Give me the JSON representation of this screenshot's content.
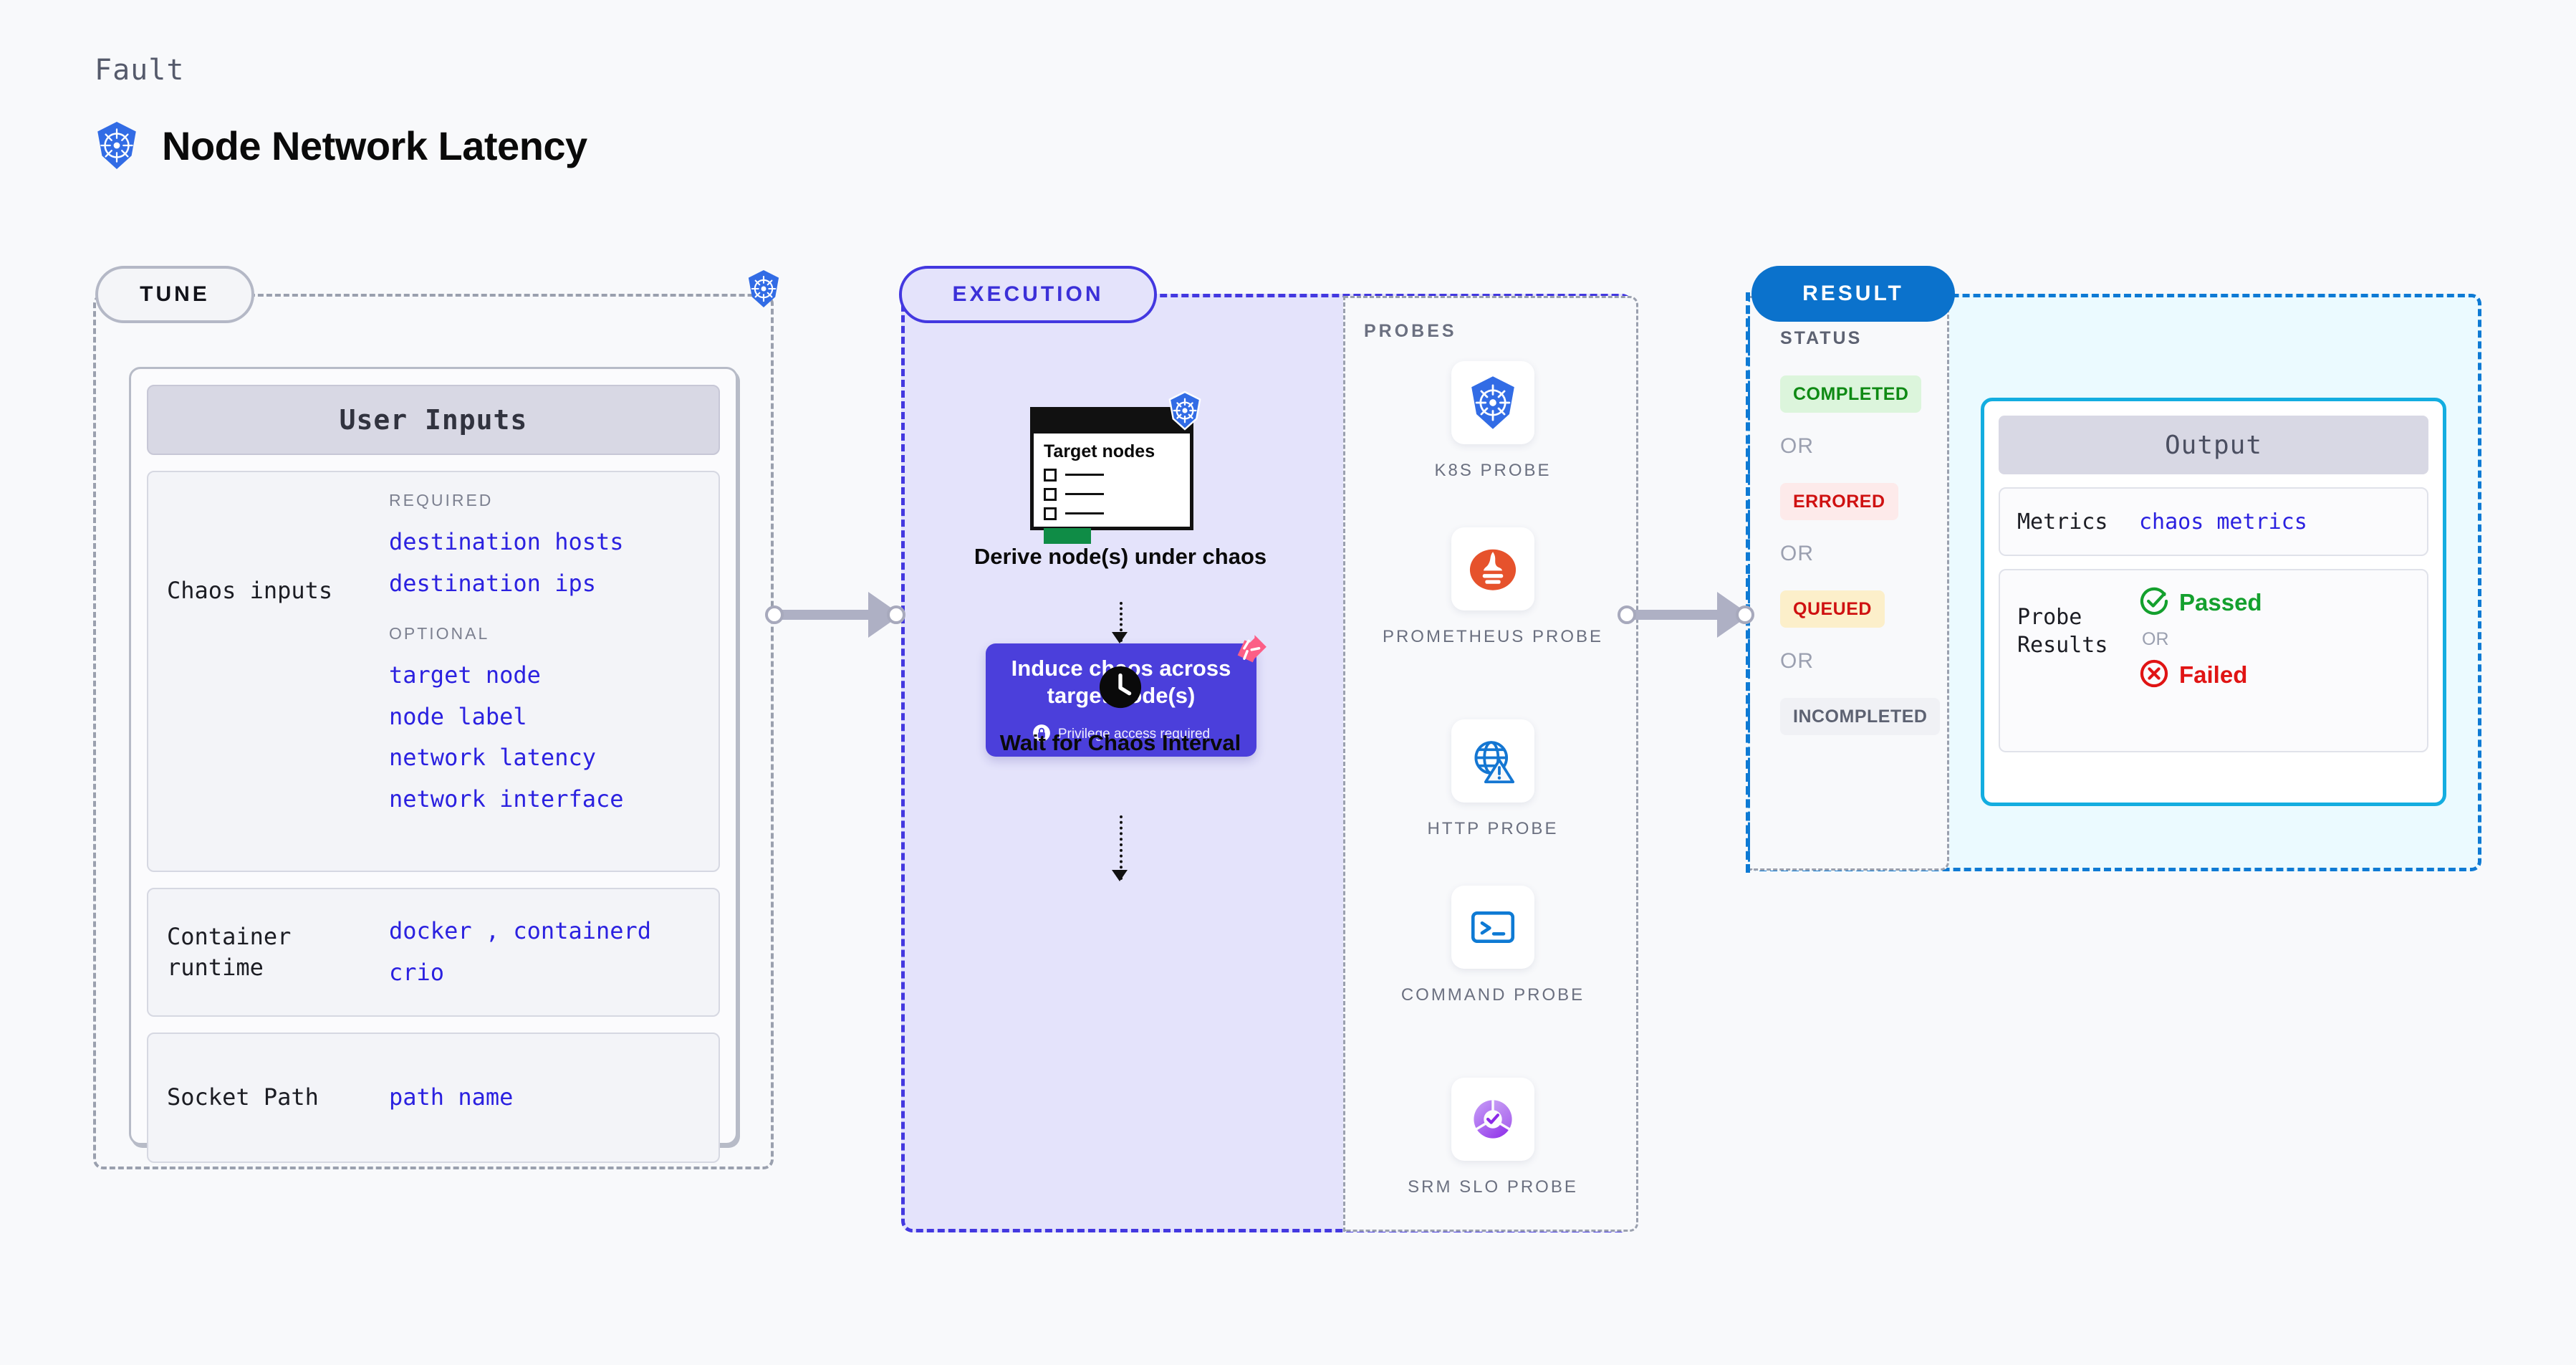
{
  "header": {
    "eyebrow": "Fault",
    "title": "Node Network Latency",
    "icon": "kubernetes-icon"
  },
  "stages": {
    "tune": {
      "label": "TUNE",
      "accent": "#b4b8c6"
    },
    "execution": {
      "label": "EXECUTION",
      "accent": "#4338e0"
    },
    "result": {
      "label": "RESULT",
      "accent": "#0b72cc"
    }
  },
  "tune": {
    "card_title": "User Inputs",
    "blocks": [
      {
        "label": "Chaos inputs",
        "groups": [
          {
            "title": "REQUIRED",
            "values": [
              "destination hosts",
              "destination ips"
            ]
          },
          {
            "title": "OPTIONAL",
            "values": [
              "target node",
              "node label",
              "network latency",
              "network interface"
            ]
          }
        ]
      },
      {
        "label": "Container\nruntime",
        "groups": [
          {
            "title": "",
            "values": [
              "docker , containerd",
              "crio"
            ]
          }
        ]
      },
      {
        "label": "Socket Path",
        "groups": [
          {
            "title": "",
            "values": [
              "path name"
            ]
          }
        ]
      }
    ]
  },
  "execution": {
    "steps": [
      {
        "id": "derive-nodes",
        "card_title": "Target nodes",
        "caption": "Derive node(s) under chaos",
        "badge_icon": "kubernetes-icon"
      },
      {
        "id": "induce-chaos",
        "title": "Induce chaos across target node(s)",
        "note": "Privilege access required",
        "note_icon": "lock-icon",
        "corner_icon": "litmuschaos-icon",
        "color": "#4b3fdb"
      },
      {
        "id": "wait-interval",
        "caption": "Wait for Chaos Interval",
        "icon": "clock-icon"
      }
    ],
    "probes_title": "PROBES",
    "probes": [
      {
        "label": "K8S PROBE",
        "icon": "kubernetes-icon"
      },
      {
        "label": "PROMETHEUS PROBE",
        "icon": "prometheus-icon"
      },
      {
        "label": "HTTP PROBE",
        "icon": "http-globe-warning-icon"
      },
      {
        "label": "COMMAND PROBE",
        "icon": "terminal-icon"
      },
      {
        "label": "SRM SLO PROBE",
        "icon": "srm-slo-icon"
      }
    ]
  },
  "result": {
    "status_title": "STATUS",
    "or_label": "OR",
    "statuses": [
      {
        "label": "COMPLETED",
        "bg": "#dcf5dc",
        "color": "#0f8a14"
      },
      {
        "label": "ERRORED",
        "bg": "#fdeaea",
        "color": "#cf1111"
      },
      {
        "label": "QUEUED",
        "bg": "#fcefca",
        "color": "#cf1111"
      },
      {
        "label": "INCOMPLETED",
        "bg": "#f0f1f5",
        "color": "#5d6272"
      }
    ],
    "output": {
      "title": "Output",
      "metrics_label": "Metrics",
      "metrics_value": "chaos metrics",
      "probe_results_label": "Probe Results",
      "passed_label": "Passed",
      "failed_label": "Failed",
      "or_label": "OR",
      "passed_icon": "check-circle-icon",
      "failed_icon": "x-circle-icon"
    }
  }
}
